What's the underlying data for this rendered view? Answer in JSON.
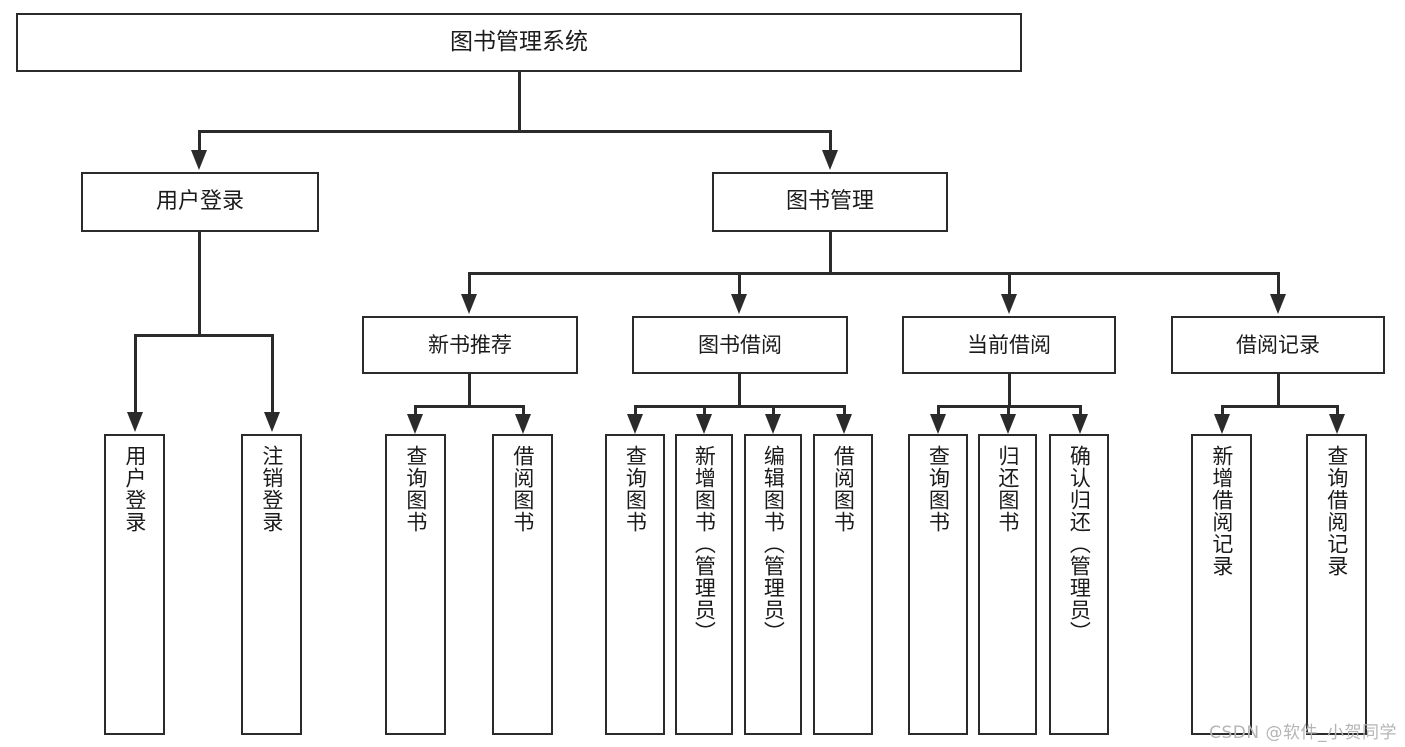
{
  "diagram": {
    "type": "tree-hierarchy",
    "title": "图书管理系统",
    "root": {
      "id": "root",
      "label": "图书管理系统"
    },
    "level2": [
      {
        "id": "user-login",
        "label": "用户登录"
      },
      {
        "id": "book-management",
        "label": "图书管理"
      }
    ],
    "level3": [
      {
        "id": "new-book-recommend",
        "label": "新书推荐",
        "parent": "book-management"
      },
      {
        "id": "book-borrow",
        "label": "图书借阅",
        "parent": "book-management"
      },
      {
        "id": "current-borrow",
        "label": "当前借阅",
        "parent": "book-management"
      },
      {
        "id": "borrow-record",
        "label": "借阅记录",
        "parent": "book-management"
      }
    ],
    "leaves": {
      "user-login": [
        {
          "id": "leaf-user-login",
          "label": "用户登录"
        },
        {
          "id": "leaf-logout",
          "label": "注销登录"
        }
      ],
      "new-book-recommend": [
        {
          "id": "leaf-query-book-1",
          "label": "查询图书"
        },
        {
          "id": "leaf-borrow-book-1",
          "label": "借阅图书"
        }
      ],
      "book-borrow": [
        {
          "id": "leaf-query-book-2",
          "label": "查询图书"
        },
        {
          "id": "leaf-add-book",
          "label": "新增图书（管理员）"
        },
        {
          "id": "leaf-edit-book",
          "label": "编辑图书（管理员）"
        },
        {
          "id": "leaf-borrow-book-2",
          "label": "借阅图书"
        }
      ],
      "current-borrow": [
        {
          "id": "leaf-query-book-3",
          "label": "查询图书"
        },
        {
          "id": "leaf-return-book",
          "label": "归还图书"
        },
        {
          "id": "leaf-confirm-return",
          "label": "确认归还（管理员）"
        }
      ],
      "borrow-record": [
        {
          "id": "leaf-add-record",
          "label": "新增借阅记录"
        },
        {
          "id": "leaf-query-record",
          "label": "查询借阅记录"
        }
      ]
    }
  },
  "watermark": {
    "text": "CSDN @软件_小贺同学"
  },
  "colors": {
    "stroke": "#2b2b2b",
    "background": "#ffffff",
    "text": "#1b1b1b",
    "watermark": "#b5b5b5"
  }
}
